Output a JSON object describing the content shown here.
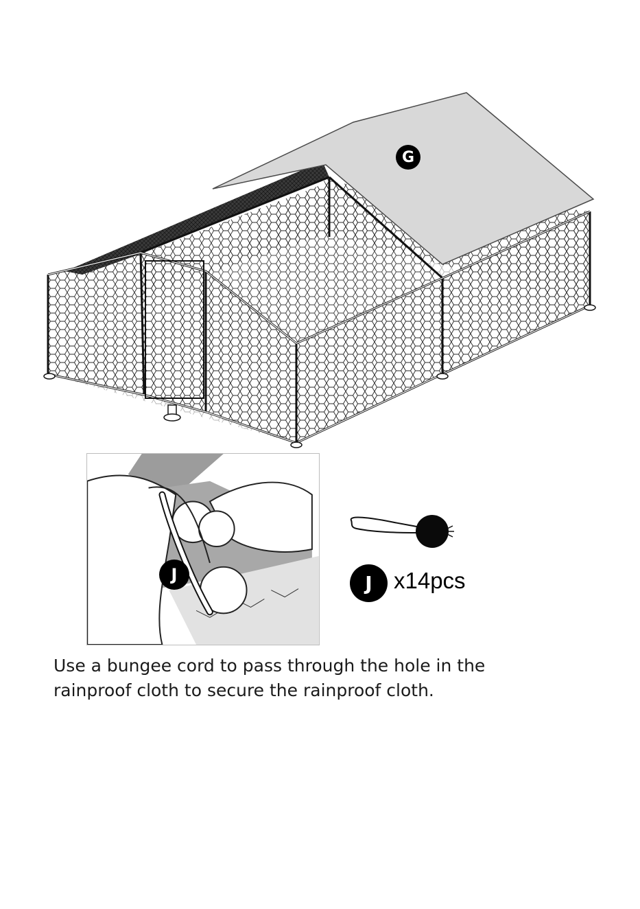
{
  "parts": {
    "roof_cover_label": "G",
    "bungee_cord_label": "J"
  },
  "legend": {
    "part_label": "J",
    "quantity": "x14pcs"
  },
  "instruction": {
    "line1": "Use a bungee cord to pass through the hole in the",
    "line2": "rainproof cloth to secure the rainproof cloth."
  }
}
